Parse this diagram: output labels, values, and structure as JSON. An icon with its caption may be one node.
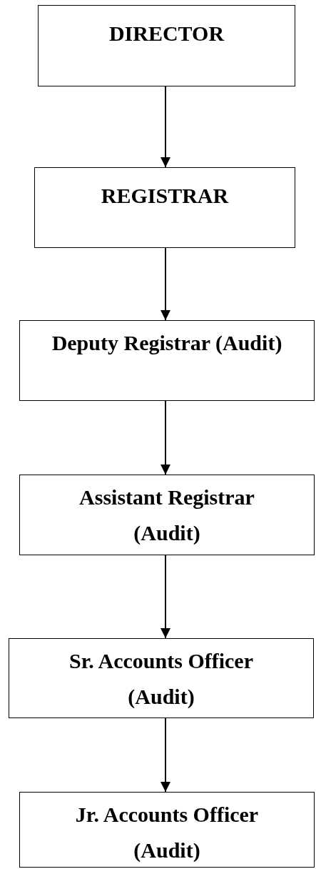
{
  "diagram": {
    "nodes": [
      {
        "text": [
          "DIRECTOR"
        ]
      },
      {
        "text": [
          "REGISTRAR"
        ]
      },
      {
        "text": [
          "Deputy Registrar (Audit)"
        ]
      },
      {
        "text": [
          "Assistant Registrar (Audit)"
        ]
      },
      {
        "text": [
          "Sr. Accounts Officer (Audit)"
        ]
      },
      {
        "text": [
          "Jr. Accounts Officer (Audit)"
        ]
      }
    ],
    "edges": [
      {
        "from": 0,
        "to": 1,
        "arrow": "to"
      },
      {
        "from": 1,
        "to": 2,
        "arrow": "to"
      },
      {
        "from": 2,
        "to": 3,
        "arrow": "to"
      },
      {
        "from": 3,
        "to": 4,
        "arrow": "to"
      },
      {
        "from": 4,
        "to": 5,
        "arrow": "to"
      }
    ]
  }
}
